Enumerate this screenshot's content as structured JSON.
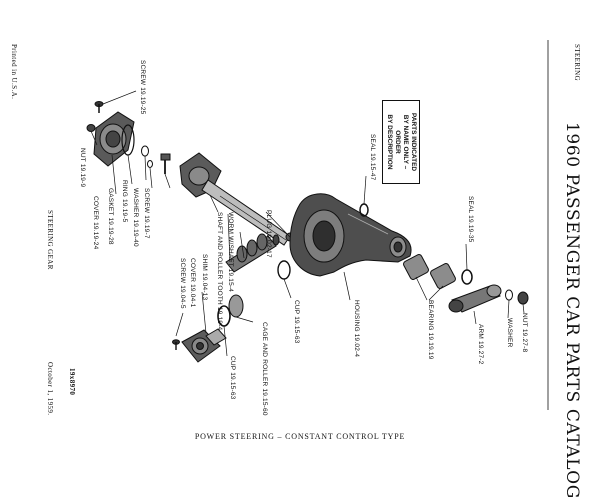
{
  "header": {
    "catalog_title": "1960 PASSENGER CAR PARTS CATALOG",
    "section": "STEERING"
  },
  "footer": {
    "printed": "Printed in U.S.A.",
    "group_name": "STEERING GEAR",
    "date": "October 1, 1959.",
    "plate": "19x8970"
  },
  "notice": {
    "line1": "PARTS INDICATED",
    "line2": "BY NAME ONLY – ORDER",
    "line3": "BY DESCRIPTION"
  },
  "caption": "POWER STEERING – CONSTANT CONTROL TYPE",
  "callouts": {
    "screw_top": "SCREW 19.19-25",
    "nut_left": "NUT 19.19-9",
    "cover_left": "COVER 19.19-24",
    "gasket": "GASKET 19.19-28",
    "ring": "RING 19.19-5",
    "washer_left": "WASHER 19.19-40",
    "screw_left": "SCREW 19.19-7",
    "worm": "WORM W/SHAFT 19.15-4",
    "shaft_roller": "SHAFT AND ROLLER TOOTH 19.19-4",
    "shim": "SHIM 19.04-13",
    "cover_bottom": "COVER 19.04-1",
    "screw_bottom": "SCREW 19.04-5",
    "plug": "PLUG 19.02-17",
    "seal_top": "SEAL 19.15-47",
    "cup_mid": "CUP 19.15-63",
    "cage_roller": "CAGE AND ROLLER 19.15-60",
    "cup_bottom": "CUP 19.15-63",
    "housing": "HOUSING 19.02-4",
    "seal_right": "SEAL 19.19-35",
    "bearing": "BEARING 19.19.19",
    "arm": "ARM 19.27-2",
    "washer_right": "WASHER",
    "nut_right": "NUT 19.27-8"
  }
}
